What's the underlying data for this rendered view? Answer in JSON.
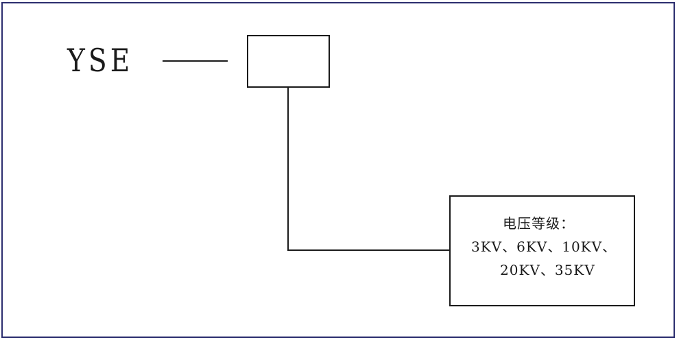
{
  "model": {
    "code": "YSE"
  },
  "spec": {
    "title": "电压等级：",
    "line1": "3KV、6KV、10KV、",
    "line2": "20KV、35KV"
  },
  "colors": {
    "frame": "#2b2d6e",
    "line": "#1a1a1a"
  }
}
